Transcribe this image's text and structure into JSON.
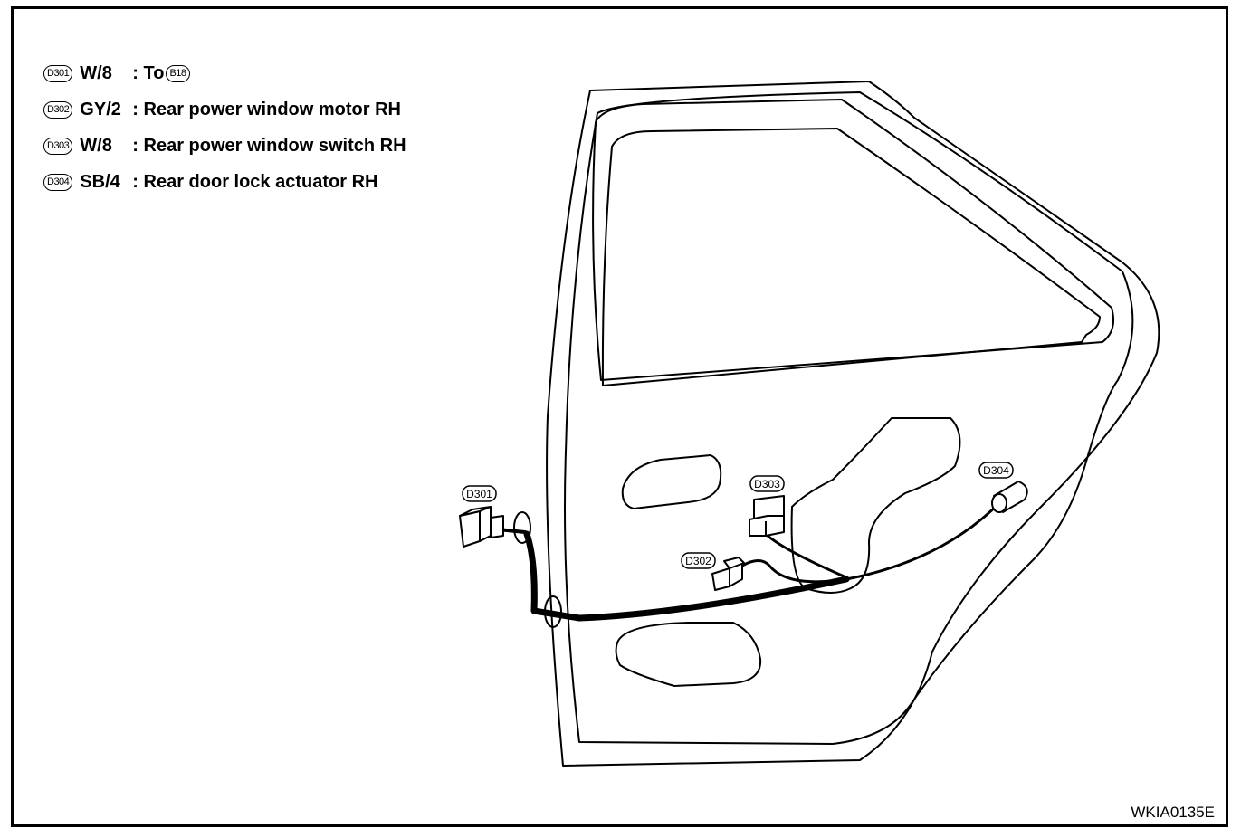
{
  "legend": [
    {
      "connector": "D301",
      "code": "W/8",
      "desc": ": To",
      "ref": "B18"
    },
    {
      "connector": "D302",
      "code": "GY/2",
      "desc": ": Rear power window motor RH"
    },
    {
      "connector": "D303",
      "code": "W/8",
      "desc": ": Rear power window switch RH"
    },
    {
      "connector": "D304",
      "code": "SB/4",
      "desc": ": Rear door lock actuator RH"
    }
  ],
  "callouts": {
    "d301": "D301",
    "d302": "D302",
    "d303": "D303",
    "d304": "D304"
  },
  "figure_id": "WKIA0135E"
}
